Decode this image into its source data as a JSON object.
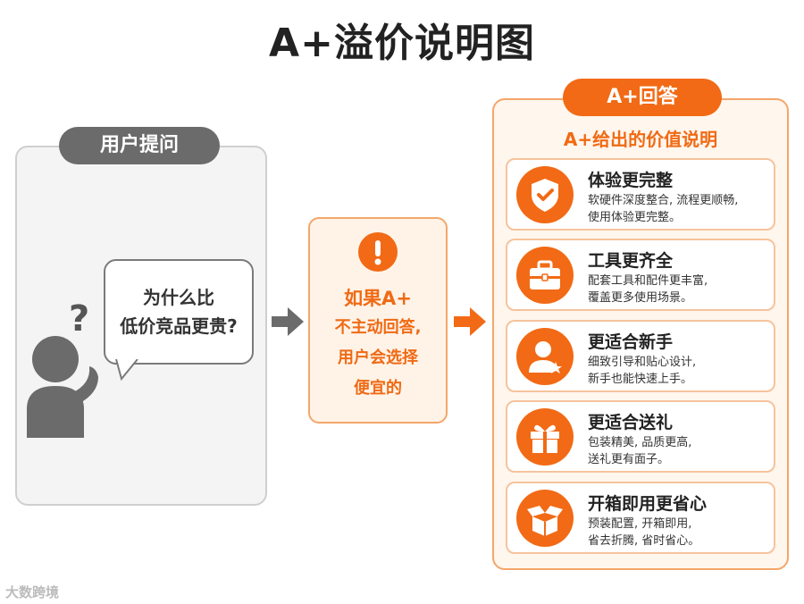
{
  "title": "A+溢价说明图",
  "left": {
    "label": "用户提问",
    "question_line1": "为什么比",
    "question_line2": "低价竞品更贵?"
  },
  "middle": {
    "line1": "如果A+",
    "line2": "不主动回答,",
    "line3": "用户会选择",
    "line4": "便宜的"
  },
  "right": {
    "label": "A+回答",
    "subtitle": "A+给出的价值说明",
    "cards": [
      {
        "title": "体验更完整",
        "desc1": "软硬件深度整合, 流程更顺畅,",
        "desc2": "使用体验更完整。",
        "icon": "shield-check-icon"
      },
      {
        "title": "工具更齐全",
        "desc1": "配套工具和配件更丰富,",
        "desc2": "覆盖更多使用场景。",
        "icon": "toolbox-icon"
      },
      {
        "title": "更适合新手",
        "desc1": "细致引导和贴心设计,",
        "desc2": "新手也能快速上手。",
        "icon": "user-star-icon"
      },
      {
        "title": "更适合送礼",
        "desc1": "包装精美, 品质更高,",
        "desc2": "送礼更有面子。",
        "icon": "gift-icon"
      },
      {
        "title": "开箱即用更省心",
        "desc1": "预装配置, 开箱即用,",
        "desc2": "省去折腾, 省时省心。",
        "icon": "open-box-icon"
      }
    ]
  },
  "watermark": "大数跨境",
  "colors": {
    "accent": "#f26a15",
    "gray": "#6b6b6b"
  }
}
